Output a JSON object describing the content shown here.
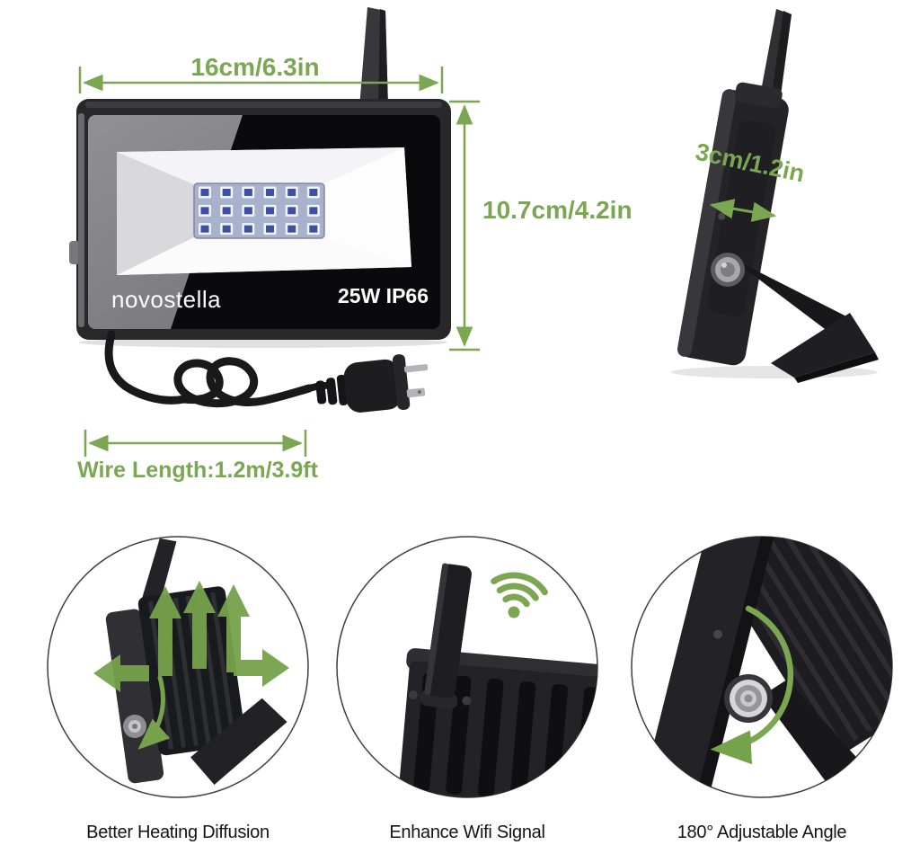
{
  "colors": {
    "accent_green": "#7ba652",
    "body_dark": "#28282b",
    "face_gray": "#85858a",
    "led_panel_blue": "#a9b2cc"
  },
  "front_view": {
    "brand": "novostella",
    "spec": "25W IP66",
    "width_label": "16cm/6.3in",
    "height_label": "10.7cm/4.2in",
    "wire_label": "Wire Length:1.2m/3.9ft",
    "led_grid": {
      "rows": 3,
      "cols": 6
    }
  },
  "side_view": {
    "depth_label": "3cm/1.2in"
  },
  "features": [
    {
      "caption": "Better Heating Diffusion",
      "icon": "heat-diffusion-arrows"
    },
    {
      "caption": "Enhance Wifi Signal",
      "icon": "wifi-signal"
    },
    {
      "caption": "180° Adjustable Angle",
      "icon": "rotate-arrow"
    }
  ]
}
